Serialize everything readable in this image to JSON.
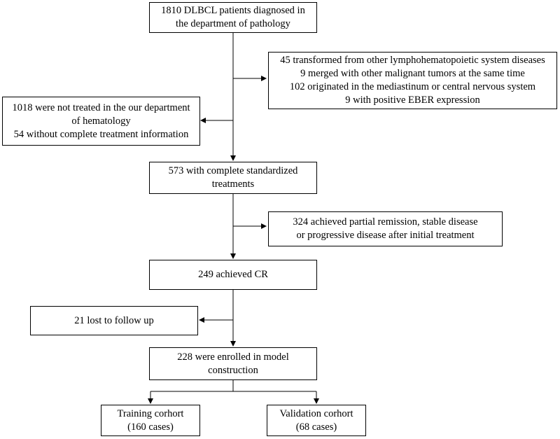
{
  "flowchart": {
    "diagnosed": {
      "lines": [
        "1810 DLBCL patients diagnosed in",
        "the department of pathology"
      ]
    },
    "exclusion_1": {
      "lines": [
        "45 transformed from other lymphohematopoietic system diseases",
        "9 merged with other malignant tumors at the same time",
        "102 originated in the mediastinum or central nervous system",
        "9 with positive EBER expression"
      ]
    },
    "exclusion_2": {
      "lines": [
        "1018 were not treated in the our department",
        "of hematology",
        "54 without complete treatment information"
      ]
    },
    "standardized": {
      "lines": [
        "573 with  complete standardized",
        "treatments"
      ]
    },
    "exclusion_3": {
      "lines": [
        "324 achieved partial remission, stable disease",
        "or progressive disease after initial treatment"
      ]
    },
    "cr": {
      "lines": [
        "249 achieved CR"
      ]
    },
    "lost": {
      "lines": [
        "21 lost to follow up"
      ]
    },
    "enrolled": {
      "lines": [
        "228 were enrolled in model",
        "construction"
      ]
    },
    "training": {
      "lines": [
        "Training corhort",
        "(160 cases)"
      ]
    },
    "validation": {
      "lines": [
        "Validation corhort",
        "(68 cases)"
      ]
    }
  }
}
